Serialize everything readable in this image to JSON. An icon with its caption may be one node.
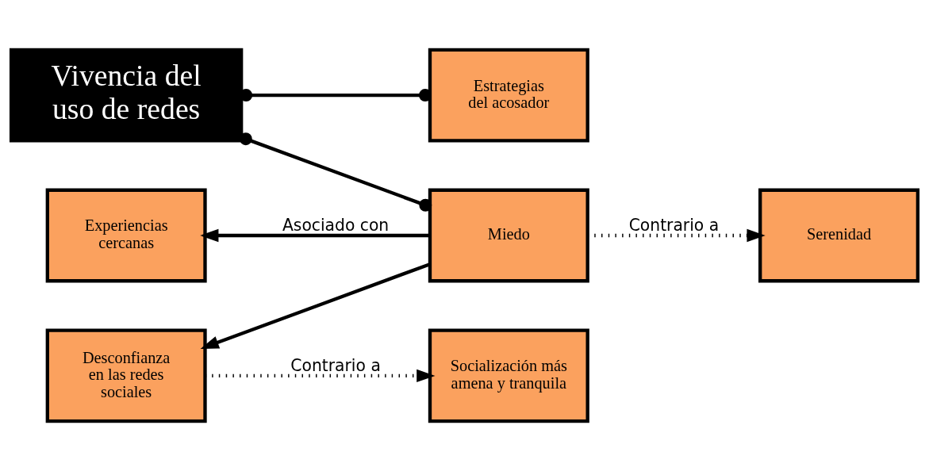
{
  "diagram": {
    "nodes": [
      {
        "text": [
          "Vivencia del uso de redes"
        ]
      },
      {
        "text": [
          "Estrategias del acosador"
        ]
      },
      {
        "text": [
          "Experiencias cercanas"
        ]
      },
      {
        "text": [
          "Desconfianza en las redes sociales"
        ]
      },
      {
        "text": [
          "Miedo"
        ]
      },
      {
        "text": [
          "Serenidad"
        ]
      },
      {
        "text": [
          "Socialización más amena y tranquila"
        ]
      }
    ],
    "edges": [
      {
        "from": 0,
        "to": 1,
        "arrow": "other"
      },
      {
        "from": 0,
        "to": 4,
        "arrow": "other"
      },
      {
        "from": 4,
        "to": 2,
        "arrow": "to",
        "label": "Asociado con"
      },
      {
        "from": 4,
        "to": 3,
        "arrow": "to"
      },
      {
        "from": 4,
        "to": 5,
        "arrow": "to",
        "label": "Contrario a",
        "style": "dashed"
      },
      {
        "from": 3,
        "to": 6,
        "arrow": "to",
        "label": "Contrario a",
        "style": "dashed"
      }
    ]
  }
}
